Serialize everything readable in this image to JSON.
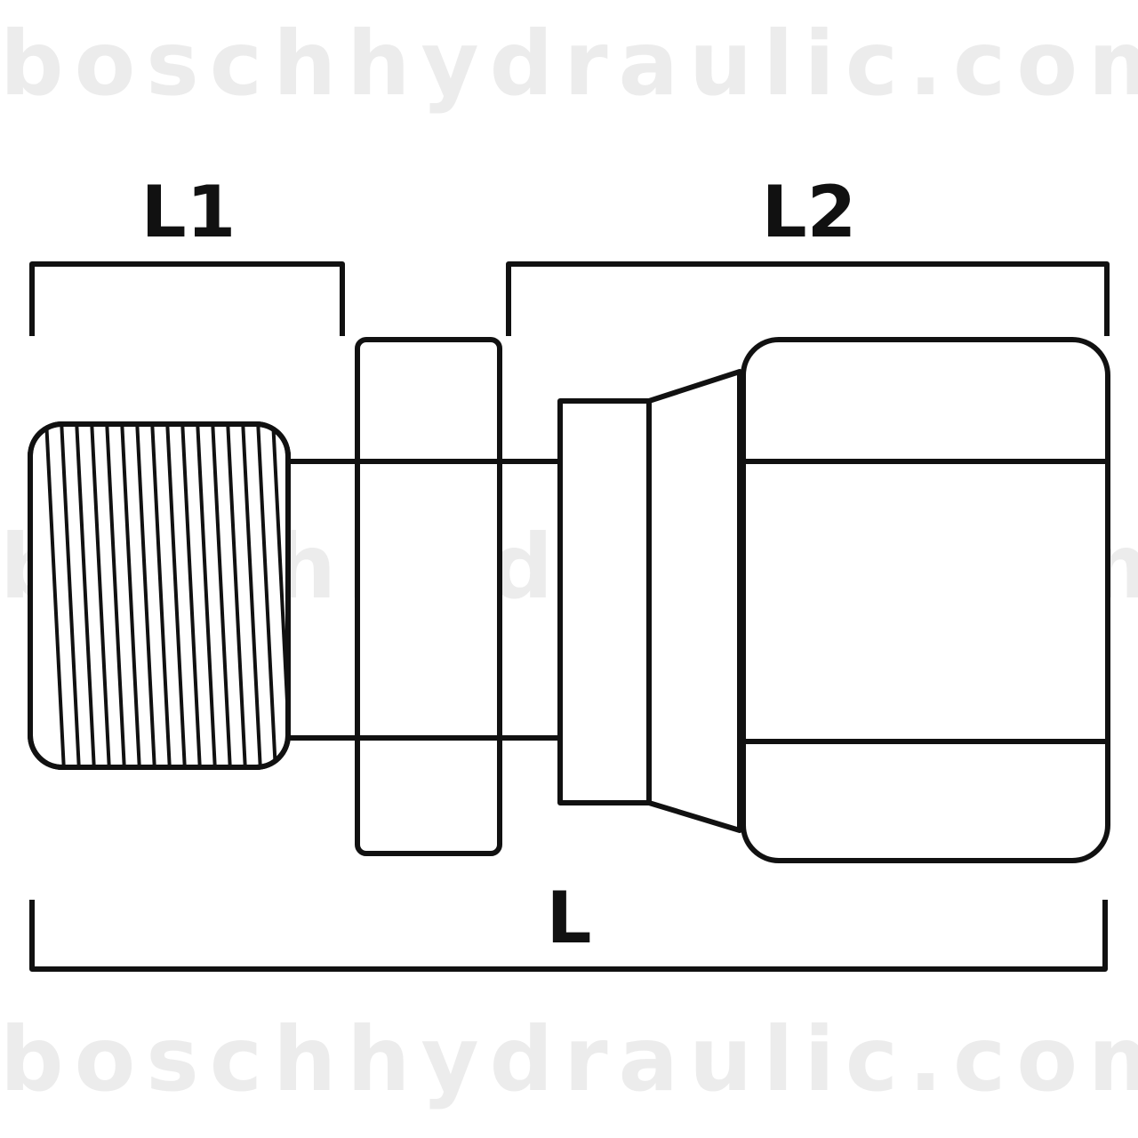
{
  "watermark": {
    "text": "boschhydraulic.com"
  },
  "dimensions": {
    "l1": "L1",
    "l2": "L2",
    "l": "L"
  }
}
